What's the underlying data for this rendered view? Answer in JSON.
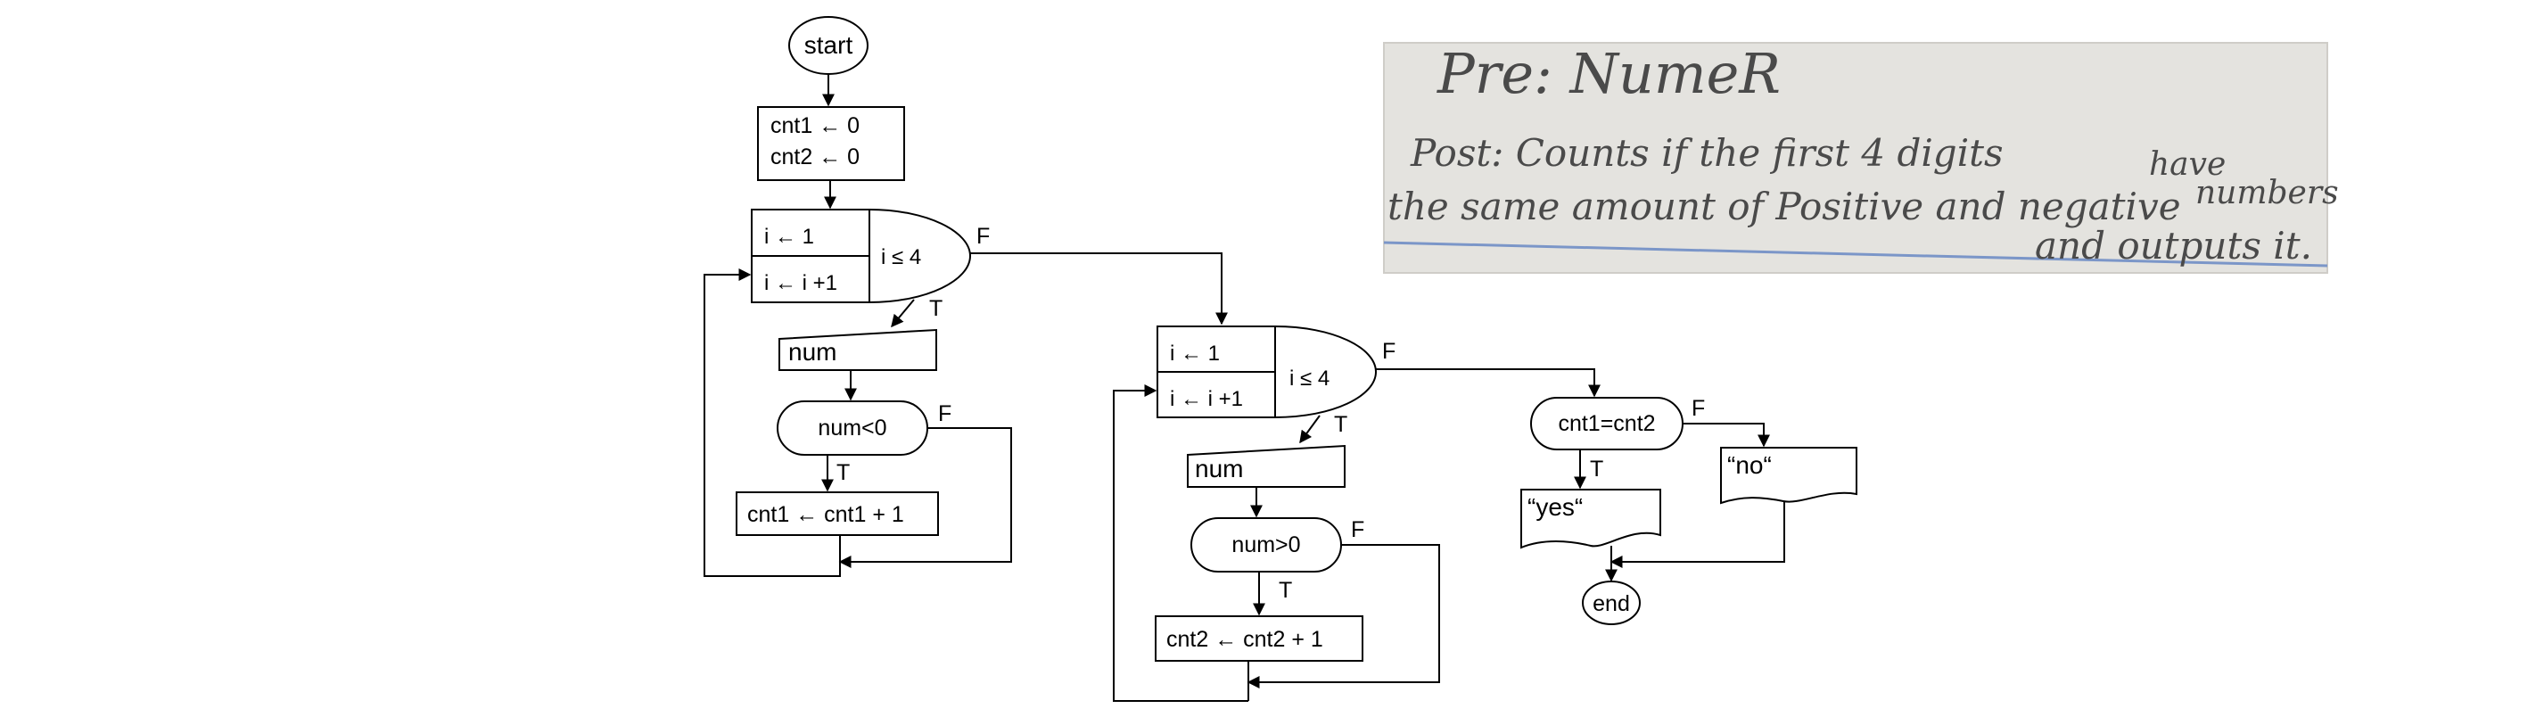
{
  "flowchart": {
    "start": "start",
    "init": [
      "cnt1 ← 0",
      "cnt2 ← 0"
    ],
    "loop1": {
      "init": "i ← 1",
      "step": "i ← i +1",
      "cond": "i ≤ 4"
    },
    "input1": "num",
    "decision1": "num<0",
    "process1": "cnt1 ← cnt1 + 1",
    "loop2": {
      "init": "i ← 1",
      "step": "i ← i +1",
      "cond": "i ≤ 4"
    },
    "input2": "num",
    "decision2": "num>0",
    "process2": "cnt2 ← cnt2 + 1",
    "decision3": "cnt1=cnt2",
    "output_yes": "“yes“",
    "output_no": "“no“",
    "end": "end",
    "label_true": "T",
    "label_false": "F"
  },
  "note": {
    "pre": "Pre: NumeR",
    "post_line1": "Post: Counts if the first 4 digits",
    "post_word_have": "have",
    "post_line2": "the same amount of Positive and negative",
    "post_word_numbers": "numbers",
    "post_line3": "and outputs it."
  }
}
